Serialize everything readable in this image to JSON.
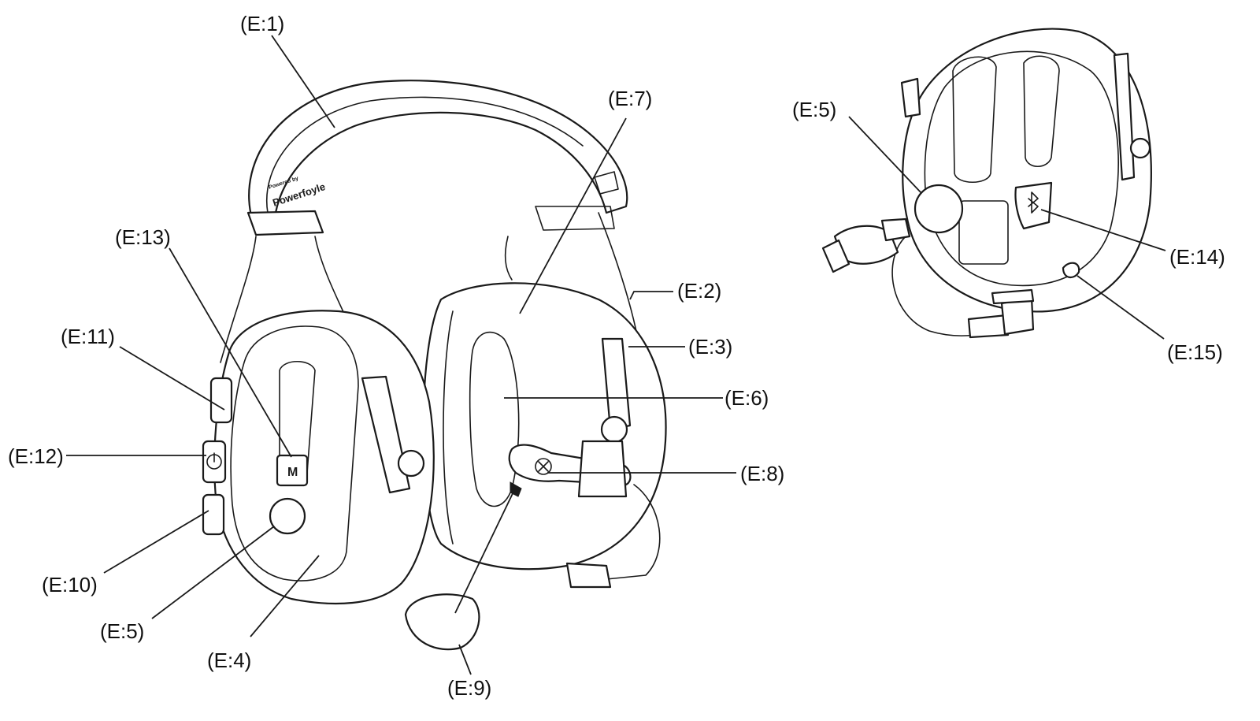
{
  "callouts": {
    "e1": "(E:1)",
    "e2": "(E:2)",
    "e3": "(E:3)",
    "e4": "(E:4)",
    "e5_main": "(E:5)",
    "e5_rear": "(E:5)",
    "e6": "(E:6)",
    "e7": "(E:7)",
    "e8": "(E:8)",
    "e9": "(E:9)",
    "e10": "(E:10)",
    "e11": "(E:11)",
    "e12": "(E:12)",
    "e13": "(E:13)",
    "e14": "(E:14)",
    "e15": "(E:15)"
  },
  "headband_print": {
    "powered_by": "Powered by",
    "brand": "Powerfoyle"
  },
  "mode_button_letter": "M",
  "icons": {
    "bluetooth": "bluetooth-icon",
    "power": "power-icon"
  },
  "colors": {
    "line": "#1a1a1a",
    "background": "#ffffff"
  }
}
